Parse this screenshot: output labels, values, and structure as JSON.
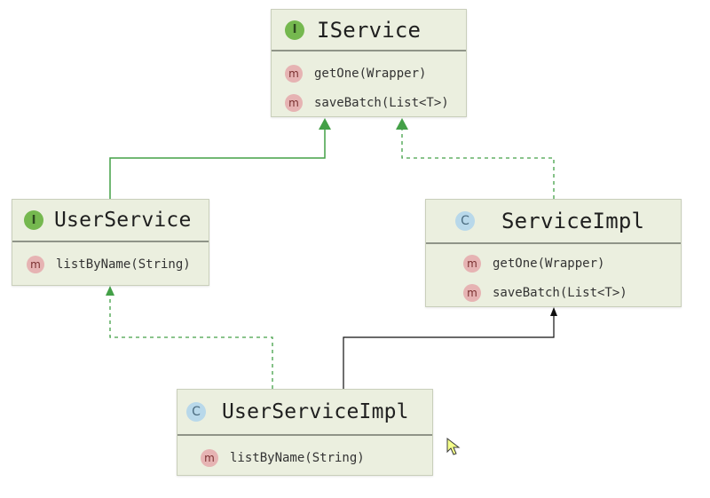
{
  "colors": {
    "box_fill": "#ebefdf",
    "interface_badge": "#75b84f",
    "class_badge": "#b8d8ea",
    "method_badge": "#e6b3b3",
    "implements_arrow": "#43a047",
    "extends_arrow": "#111111"
  },
  "diagram": {
    "iservice": {
      "kind_letter": "I",
      "name": "IService",
      "methods": [
        "getOne(Wrapper)",
        "saveBatch(List<T>)"
      ]
    },
    "user_service": {
      "kind_letter": "I",
      "name": "UserService",
      "methods": [
        "listByName(String)"
      ]
    },
    "service_impl": {
      "kind_letter": "C",
      "name": "ServiceImpl",
      "methods": [
        "getOne(Wrapper)",
        "saveBatch(List<T>)"
      ]
    },
    "user_service_impl": {
      "kind_letter": "C",
      "name": "UserServiceImpl",
      "methods": [
        "listByName(String)"
      ]
    },
    "method_letter": "m"
  },
  "icons": {
    "interface_badge": "green-circle-I",
    "class_badge": "blue-circle-C",
    "method_badge": "pink-circle-m",
    "cursor": "mouse-pointer-arrow"
  }
}
